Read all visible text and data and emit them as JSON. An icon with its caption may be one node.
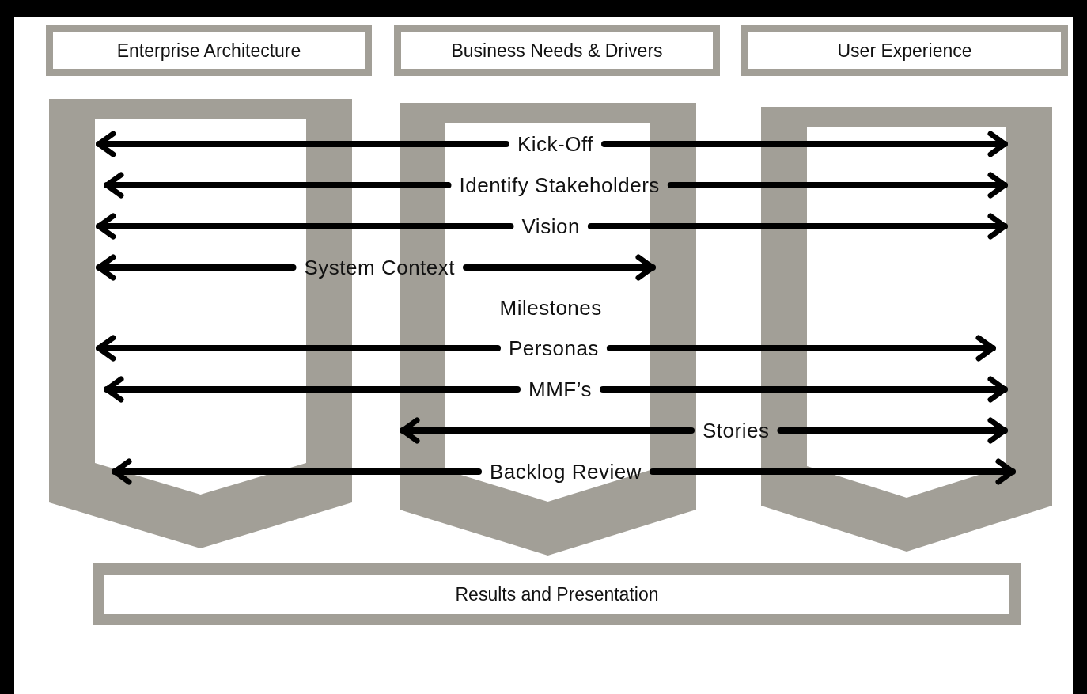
{
  "diagram": {
    "nodes": [
      {
        "text": [
          "Enterprise Architecture"
        ]
      },
      {
        "text": [
          "Business Needs & Drivers"
        ]
      },
      {
        "text": [
          "User Experience"
        ]
      },
      {
        "text": [],
        "shape": "chevron"
      },
      {
        "text": [],
        "shape": "chevron"
      },
      {
        "text": [],
        "shape": "chevron"
      },
      {
        "text": [
          "Kick-Off"
        ],
        "in": 4
      },
      {
        "text": [
          "Identify Stakeholders"
        ],
        "in": 4
      },
      {
        "text": [
          "Vision"
        ],
        "in": 4
      },
      {
        "text": [
          "System Context"
        ]
      },
      {
        "text": [
          "Milestones"
        ],
        "in": 4
      },
      {
        "text": [
          "Personas"
        ],
        "in": 4
      },
      {
        "text": [
          "MMF’s"
        ],
        "in": 4
      },
      {
        "text": [
          "Stories"
        ]
      },
      {
        "text": [
          "Backlog Review"
        ],
        "in": 4
      },
      {
        "text": [
          "Results and Presentation"
        ]
      }
    ],
    "edges": [
      {
        "from": 6,
        "to": 3,
        "arrow": "to"
      },
      {
        "from": 6,
        "to": 5,
        "arrow": "to"
      },
      {
        "from": 7,
        "to": 3,
        "arrow": "to"
      },
      {
        "from": 7,
        "to": 5,
        "arrow": "to"
      },
      {
        "from": 8,
        "to": 3,
        "arrow": "to"
      },
      {
        "from": 8,
        "to": 5,
        "arrow": "to"
      },
      {
        "from": 9,
        "to": 3,
        "arrow": "to"
      },
      {
        "from": 9,
        "to": 4,
        "arrow": "to"
      },
      {
        "from": 11,
        "to": 3,
        "arrow": "to"
      },
      {
        "from": 11,
        "to": 5,
        "arrow": "to"
      },
      {
        "from": 12,
        "to": 3,
        "arrow": "to"
      },
      {
        "from": 12,
        "to": 5,
        "arrow": "to"
      },
      {
        "from": 13,
        "to": 4,
        "arrow": "to"
      },
      {
        "from": 13,
        "to": 5,
        "arrow": "to"
      },
      {
        "from": 14,
        "to": 3,
        "arrow": "to"
      },
      {
        "from": 14,
        "to": 5,
        "arrow": "to"
      }
    ]
  }
}
